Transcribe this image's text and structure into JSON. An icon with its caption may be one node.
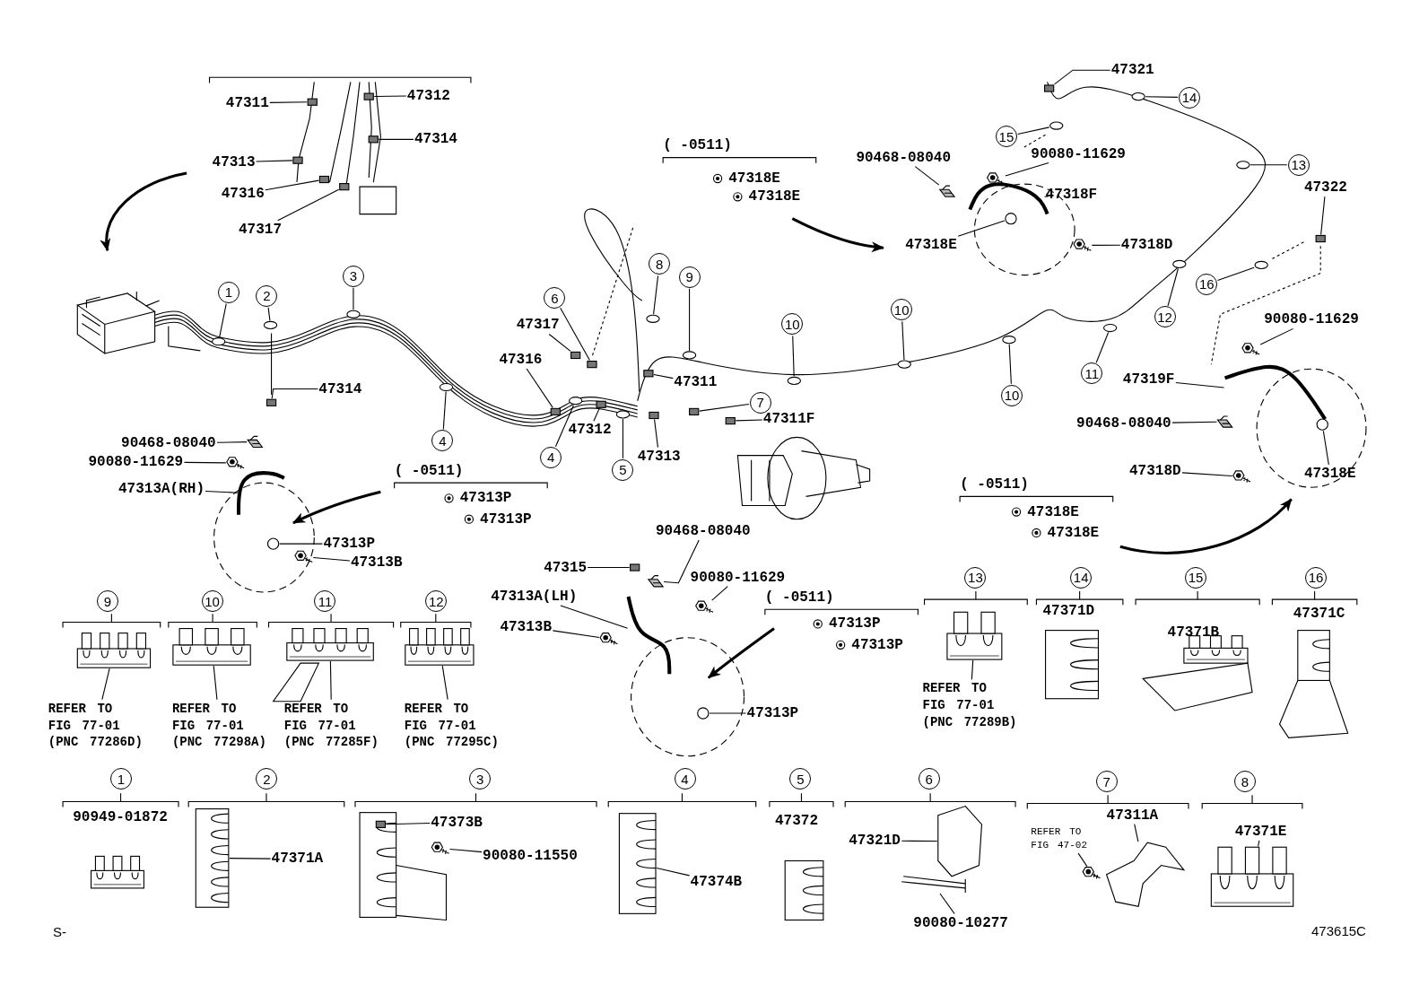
{
  "diagram": {
    "nodes": [
      {
        "text": [
          "47311"
        ]
      },
      {
        "text": [
          "47312"
        ]
      },
      {
        "text": [
          "47321"
        ]
      },
      {
        "text": [
          "14"
        ]
      },
      {
        "text": [
          "47313"
        ]
      },
      {
        "text": [
          "47314"
        ]
      },
      {
        "text": [
          "15"
        ]
      },
      {
        "text": [
          "90080-11629"
        ]
      },
      {
        "text": [
          "90468-08040"
        ]
      },
      {
        "text": [
          "13"
        ]
      },
      {
        "text": [
          "47322"
        ]
      },
      {
        "text": [
          "47316"
        ]
      },
      {
        "text": [
          "47318F"
        ]
      },
      {
        "text": [
          "47317"
        ]
      },
      {
        "text": [
          "47318E"
        ]
      },
      {
        "text": [
          "47318D"
        ]
      },
      {
        "text": [
          "8"
        ]
      },
      {
        "text": [
          "9"
        ]
      },
      {
        "text": [
          "16"
        ]
      },
      {
        "text": [
          "1"
        ]
      },
      {
        "text": [
          "2"
        ]
      },
      {
        "text": [
          "3"
        ]
      },
      {
        "text": [
          "12"
        ]
      },
      {
        "text": [
          "6"
        ]
      },
      {
        "text": [
          "47317"
        ]
      },
      {
        "text": [
          "90080-11629"
        ]
      },
      {
        "text": [
          "10"
        ]
      },
      {
        "text": [
          "10"
        ]
      },
      {
        "text": [
          "47316"
        ]
      },
      {
        "text": [
          "11"
        ]
      },
      {
        "text": [
          "47311"
        ]
      },
      {
        "text": [
          "47319F"
        ]
      },
      {
        "text": [
          "47314"
        ]
      },
      {
        "text": [
          "10"
        ]
      },
      {
        "text": [
          "7"
        ]
      },
      {
        "text": [
          "47311F"
        ]
      },
      {
        "text": [
          "47312"
        ]
      },
      {
        "text": [
          "90468-08040"
        ]
      },
      {
        "text": [
          "4"
        ]
      },
      {
        "text": [
          "90468-08040"
        ]
      },
      {
        "text": [
          "4"
        ]
      },
      {
        "text": [
          "47313"
        ]
      },
      {
        "text": [
          "90080-11629"
        ]
      },
      {
        "text": [
          "5"
        ]
      },
      {
        "text": [
          "47318D"
        ]
      },
      {
        "text": [
          "47318E"
        ]
      },
      {
        "text": [
          "47313A(RH)"
        ]
      },
      {
        "text": [
          "90468-08040"
        ]
      },
      {
        "text": [
          "47313P"
        ]
      },
      {
        "text": [
          "47313B"
        ]
      },
      {
        "text": [
          "47315"
        ]
      },
      {
        "text": [
          "90080-11629"
        ]
      },
      {
        "text": [
          "47313A(LH)"
        ]
      },
      {
        "text": [
          "47313B"
        ]
      },
      {
        "text": [
          "47313P"
        ]
      },
      {
        "text": [
          "9"
        ]
      },
      {
        "text": [
          "10"
        ]
      },
      {
        "text": [
          "11"
        ]
      },
      {
        "text": [
          "12"
        ]
      },
      {
        "text": [
          "13"
        ]
      },
      {
        "text": [
          "14"
        ]
      },
      {
        "text": [
          "15"
        ]
      },
      {
        "text": [
          "16"
        ]
      },
      {
        "text": [
          "REFER TO FIG 77-01 (PNC 77286D)"
        ]
      },
      {
        "text": [
          "REFER TO FIG 77-01 (PNC 77298A)"
        ]
      },
      {
        "text": [
          "REFER TO FIG 77-01 (PNC 77285F)"
        ]
      },
      {
        "text": [
          "REFER TO FIG 77-01 (PNC 77295C)"
        ]
      },
      {
        "text": [
          "REFER TO FIG 77-01 (PNC 77289B)"
        ]
      },
      {
        "text": [
          "1"
        ]
      },
      {
        "text": [
          "2"
        ]
      },
      {
        "text": [
          "3"
        ]
      },
      {
        "text": [
          "4"
        ]
      },
      {
        "text": [
          "5"
        ]
      },
      {
        "text": [
          "6"
        ]
      },
      {
        "text": [
          "7"
        ]
      },
      {
        "text": [
          "8"
        ]
      },
      {
        "text": [
          "47371A"
        ]
      },
      {
        "text": [
          "47373B"
        ]
      },
      {
        "text": [
          "90080-11550"
        ]
      },
      {
        "text": [
          "47374B"
        ]
      },
      {
        "text": [
          "47321D"
        ]
      },
      {
        "text": [
          "90080-10277"
        ]
      },
      {
        "text": [
          "REFER TO FIG 47-02"
        ]
      },
      {
        "text": [
          "47311A"
        ]
      },
      {
        "text": [
          "47371E"
        ]
      },
      {
        "text": [],
        "shape": "box"
      },
      {
        "text": [],
        "shape": "box"
      },
      {
        "text": [],
        "shape": "box"
      },
      {
        "text": [],
        "shape": "circle"
      },
      {
        "text": [],
        "shape": "box"
      },
      {
        "text": [],
        "shape": "box"
      },
      {
        "text": [],
        "shape": "circle"
      },
      {
        "text": [],
        "shape": "picture"
      },
      {
        "text": [],
        "shape": "picture"
      },
      {
        "text": [],
        "shape": "circle"
      },
      {
        "text": [],
        "shape": "box"
      },
      {
        "text": [],
        "shape": "box"
      },
      {
        "text": [],
        "shape": "picture"
      },
      {
        "text": [],
        "shape": "box"
      },
      {
        "text": [],
        "shape": "circle"
      },
      {
        "text": [],
        "shape": "picture"
      },
      {
        "text": [],
        "shape": "circle"
      },
      {
        "text": [],
        "shape": "circle"
      },
      {
        "text": [],
        "shape": "circle"
      },
      {
        "text": [],
        "shape": "circle"
      },
      {
        "text": [],
        "shape": "circle"
      },
      {
        "text": [],
        "shape": "circle"
      },
      {
        "text": [],
        "shape": "circle"
      },
      {
        "text": [],
        "shape": "box"
      },
      {
        "text": [],
        "shape": "box"
      },
      {
        "text": [],
        "shape": "picture"
      },
      {
        "text": [],
        "shape": "circle"
      },
      {
        "text": [],
        "shape": "circle"
      },
      {
        "text": [],
        "shape": "box"
      },
      {
        "text": [],
        "shape": "circle"
      },
      {
        "text": [],
        "shape": "box"
      },
      {
        "text": [],
        "shape": "picture"
      },
      {
        "text": [],
        "shape": "box"
      },
      {
        "text": [],
        "shape": "circle"
      },
      {
        "text": [],
        "shape": "box"
      },
      {
        "text": [],
        "shape": "box"
      },
      {
        "text": [],
        "shape": "box"
      },
      {
        "text": [],
        "shape": "picture"
      },
      {
        "text": [],
        "shape": "circle"
      },
      {
        "text": [],
        "shape": "picture"
      },
      {
        "text": [],
        "shape": "circle"
      },
      {
        "text": [],
        "shape": "box"
      },
      {
        "text": [],
        "shape": "picture"
      },
      {
        "text": [],
        "shape": "circle"
      },
      {
        "text": [],
        "shape": "picture"
      },
      {
        "text": [],
        "shape": "circle"
      },
      {
        "text": [],
        "shape": "picture"
      },
      {
        "text": [],
        "shape": "picture"
      },
      {
        "text": [],
        "shape": "circle"
      },
      {
        "text": [],
        "shape": "picture"
      },
      {
        "text": [],
        "shape": "box"
      },
      {
        "text": [],
        "shape": "picture"
      },
      {
        "text": [],
        "shape": "picture"
      },
      {
        "text": [],
        "shape": "picture"
      },
      {
        "text": [],
        "shape": "circle"
      },
      {
        "text": [],
        "shape": "picture"
      },
      {
        "text": [],
        "shape": "picture"
      },
      {
        "text": [],
        "shape": "picture"
      },
      {
        "text": [],
        "shape": "picture"
      },
      {
        "text": [],
        "shape": "picture"
      },
      {
        "text": [],
        "shape": "picture"
      },
      {
        "text": [],
        "shape": "box"
      },
      {
        "text": [],
        "shape": "picture"
      },
      {
        "text": [],
        "shape": "picture"
      },
      {
        "text": [],
        "shape": "picture"
      },
      {
        "text": [],
        "shape": "picture"
      },
      {
        "text": [],
        "shape": "picture"
      },
      {
        "text": [],
        "shape": "picture"
      },
      {
        "text": [],
        "shape": "picture"
      }
    ],
    "edges": [
      {
        "from": 0,
        "to": 85,
        "arrow": "none"
      },
      {
        "from": 1,
        "to": 86,
        "arrow": "none"
      },
      {
        "from": 2,
        "to": 87,
        "arrow": "none"
      },
      {
        "from": 3,
        "to": 88,
        "arrow": "none"
      },
      {
        "from": 4,
        "to": 89,
        "arrow": "none"
      },
      {
        "from": 5,
        "to": 90,
        "arrow": "none"
      },
      {
        "from": 6,
        "to": 91,
        "arrow": "none"
      },
      {
        "from": 7,
        "to": 92,
        "arrow": "none"
      },
      {
        "from": 8,
        "to": 93,
        "arrow": "none"
      },
      {
        "from": 9,
        "to": 94,
        "arrow": "none"
      },
      {
        "from": 10,
        "to": 95,
        "arrow": "none"
      },
      {
        "from": 11,
        "to": 96,
        "arrow": "none"
      },
      {
        "from": 12,
        "to": 97,
        "arrow": "none"
      },
      {
        "from": 13,
        "to": 98,
        "arrow": "none"
      },
      {
        "from": 14,
        "to": 99,
        "arrow": "none"
      },
      {
        "from": 15,
        "to": 100,
        "arrow": "none"
      },
      {
        "from": 16,
        "to": 101,
        "arrow": "none"
      },
      {
        "from": 17,
        "to": 102,
        "arrow": "none"
      },
      {
        "from": 18,
        "to": 103,
        "arrow": "none"
      },
      {
        "from": 19,
        "to": 104,
        "arrow": "none"
      },
      {
        "from": 20,
        "to": 105,
        "arrow": "none"
      },
      {
        "from": 21,
        "to": 106,
        "arrow": "none"
      },
      {
        "from": 22,
        "to": 107,
        "arrow": "none"
      },
      {
        "from": 23,
        "to": 108,
        "arrow": "none"
      },
      {
        "from": 24,
        "to": 109,
        "arrow": "none"
      },
      {
        "from": 25,
        "to": 110,
        "arrow": "none"
      },
      {
        "from": 26,
        "to": 111,
        "arrow": "none"
      },
      {
        "from": 27,
        "to": 112,
        "arrow": "none"
      },
      {
        "from": 28,
        "to": 113,
        "arrow": "none"
      },
      {
        "from": 29,
        "to": 114,
        "arrow": "none"
      },
      {
        "from": 30,
        "to": 115,
        "arrow": "none"
      },
      {
        "from": 31,
        "to": 116,
        "arrow": "none"
      },
      {
        "from": 32,
        "to": 117,
        "arrow": "none"
      },
      {
        "from": 33,
        "to": 118,
        "arrow": "none"
      },
      {
        "from": 34,
        "to": 119,
        "arrow": "none"
      },
      {
        "from": 35,
        "to": 120,
        "arrow": "none"
      },
      {
        "from": 36,
        "to": 121,
        "arrow": "none"
      },
      {
        "from": 37,
        "to": 122,
        "arrow": "none"
      },
      {
        "from": 38,
        "to": 123,
        "arrow": "none"
      },
      {
        "from": 39,
        "to": 124,
        "arrow": "none"
      },
      {
        "from": 40,
        "to": 125,
        "arrow": "none"
      },
      {
        "from": 41,
        "to": 126,
        "arrow": "none"
      },
      {
        "from": 42,
        "to": 127,
        "arrow": "none"
      },
      {
        "from": 43,
        "to": 128,
        "arrow": "none"
      },
      {
        "from": 44,
        "to": 129,
        "arrow": "none"
      },
      {
        "from": 45,
        "to": 130,
        "arrow": "none"
      },
      {
        "from": 46,
        "to": 131,
        "arrow": "none"
      },
      {
        "from": 47,
        "to": 132,
        "arrow": "none"
      },
      {
        "from": 48,
        "to": 133,
        "arrow": "none"
      },
      {
        "from": 49,
        "to": 134,
        "arrow": "none"
      },
      {
        "from": 50,
        "to": 135,
        "arrow": "none"
      },
      {
        "from": 51,
        "to": 136,
        "arrow": "none"
      },
      {
        "from": 52,
        "to": 137,
        "arrow": "none"
      },
      {
        "from": 53,
        "to": 138,
        "arrow": "none"
      },
      {
        "from": 54,
        "to": 139,
        "arrow": "none"
      },
      {
        "from": 63,
        "to": 140,
        "arrow": "none"
      },
      {
        "from": 64,
        "to": 141,
        "arrow": "none"
      },
      {
        "from": 65,
        "to": 142,
        "arrow": "none"
      },
      {
        "from": 66,
        "to": 143,
        "arrow": "none"
      },
      {
        "from": 67,
        "to": 144,
        "arrow": "none"
      },
      {
        "from": 76,
        "to": 145,
        "arrow": "none"
      },
      {
        "from": 77,
        "to": 146,
        "arrow": "none"
      },
      {
        "from": 78,
        "to": 147,
        "arrow": "none"
      },
      {
        "from": 79,
        "to": 148,
        "arrow": "none"
      },
      {
        "from": 80,
        "to": 149,
        "arrow": "none"
      },
      {
        "from": 81,
        "to": 150,
        "arrow": "none"
      },
      {
        "from": 82,
        "to": 151,
        "arrow": "none"
      },
      {
        "from": 83,
        "to": 152,
        "arrow": "none"
      },
      {
        "from": 84,
        "to": 153,
        "arrow": "none"
      }
    ],
    "labels": [
      "( -0511)",
      "47318E",
      "47318E",
      "( -0511)",
      "47313P",
      "47313P",
      "( -0511)",
      "47318E",
      "47318E",
      "( -0511)",
      "47313P",
      "47313P",
      "47371D",
      "47371B",
      "47371C",
      "90949-01872",
      "47372",
      "S-",
      "473615C"
    ]
  }
}
